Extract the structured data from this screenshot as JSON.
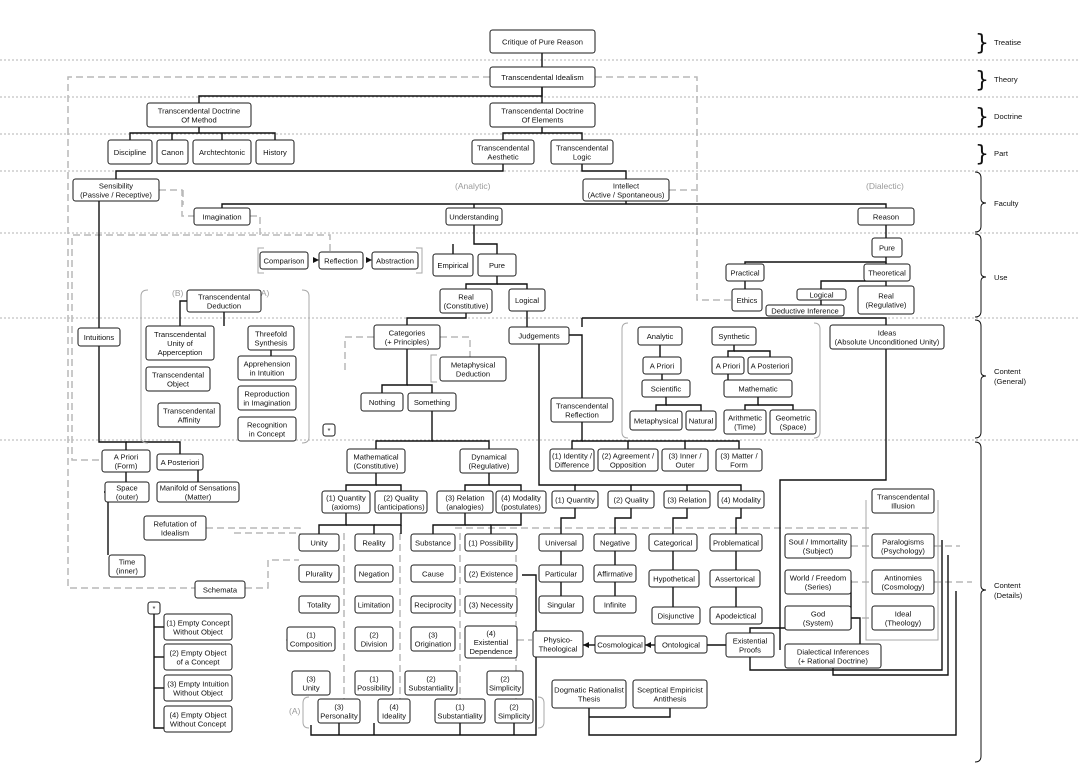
{
  "levels": [
    {
      "name": "Treatise"
    },
    {
      "name": "Theory"
    },
    {
      "name": "Doctrine"
    },
    {
      "name": "Part"
    },
    {
      "name": "Faculty"
    },
    {
      "name": "Use"
    },
    {
      "name": "Content\n(General)"
    },
    {
      "name": "Content\n(Details)"
    }
  ],
  "gray_labels": {
    "analytic": "(Analytic)",
    "dialectic": "(Dialectic)",
    "b_mark": "(B)",
    "a_mark": "(A)",
    "a_mark_bottom": "(A)"
  },
  "nodes": {
    "critique": "Critique of Pure Reason",
    "idealism": "Transcendental Idealism",
    "doctrine_method": "Transcendental Doctrine\nOf Method",
    "doctrine_elements": "Transcendental Doctrine\nOf Elements",
    "discipline": "Discipline",
    "canon": "Canon",
    "architectonic": "Archtechtonic",
    "history": "History",
    "aesthetic": "Transcendental\nAesthetic",
    "logic": "Transcendental\nLogic",
    "sensibility": "Sensibility\n(Passive / Receptive)",
    "intellect": "Intellect\n(Active / Spontaneous)",
    "imagination": "Imagination",
    "understanding": "Understanding",
    "reason": "Reason",
    "comparison": "Comparison",
    "reflection": "Reflection",
    "abstraction": "Abstraction",
    "empirical": "Empirical",
    "pure_u": "Pure",
    "pure_r": "Pure",
    "practical": "Practical",
    "theoretical": "Theoretical",
    "ethics": "Ethics",
    "logical_r": "Logical",
    "real_regulative": "Real\n(Regulative)",
    "deductive_inference": "Deductive Inference",
    "trans_deduction": "Transcendental\nDeduction",
    "real_constitutive": "Real\n(Constitutive)",
    "logical_u": "Logical",
    "intuitions": "Intuitions",
    "unity_apperception": "Transcendental\nUnity of\nApperception",
    "threefold": "Threefold\nSynthesis",
    "apprehension": "Apprehension\nin Intuition",
    "reproduction": "Reproduction\nin Imagination",
    "recognition": "Recognition\nin Concept",
    "trans_object": "Transcendental\nObject",
    "trans_affinity": "Transcendental\nAffinity",
    "categories": "Categories\n(+ Principles)",
    "metaphysical_deduction": "Metaphysical\nDeduction",
    "judgements": "Judgements",
    "nothing": "Nothing",
    "something": "Something",
    "star": "*",
    "analytic": "Analytic",
    "synthetic": "Synthetic",
    "a_priori_1": "A Priori",
    "a_priori_2": "A Priori",
    "a_posteriori_s": "A Posteriori",
    "scientific": "Scientific",
    "mathematic": "Mathematic",
    "metaphysical": "Metaphysical",
    "natural": "Natural",
    "arithmetic": "Arithmetic\n(Time)",
    "geometric": "Geometric\n(Space)",
    "ideas": "Ideas\n(Absolute Unconditioned Unity)",
    "trans_reflection": "Transcendental\nReflection",
    "identity": "(1) Identity /\nDifference",
    "agreement": "(2) Agreement /\nOpposition",
    "inner_outer": "(3) Inner /\nOuter",
    "matter_form": "(3) Matter /\nForm",
    "a_priori_form": "A Priori\n(Form)",
    "a_posteriori": "A Posteriori",
    "space": "Space\n(outer)",
    "manifold": "Manifold of Sensations\n(Matter)",
    "refutation": "Refutation of\nIdealism",
    "time": "Time\n(inner)",
    "schemata": "Schemata",
    "mathematical": "Mathematical\n(Constitutive)",
    "dynamical": "Dynamical\n(Regulative)",
    "c_quantity": "(1) Quantity\n(axioms)",
    "c_quality": "(2) Quality\n(anticipations)",
    "c_relation": "(3) Relation\n(analogies)",
    "c_modality": "(4) Modality\n(postulates)",
    "unity": "Unity",
    "plurality": "Plurality",
    "totality": "Totality",
    "reality": "Reality",
    "negation": "Negation",
    "limitation": "Limitation",
    "substance": "Substance",
    "cause": "Cause",
    "reciprocity": "Reciprocity",
    "possibility": "(1) Possibility",
    "existence": "(2) Existence",
    "necessity": "(3) Necessity",
    "composition": "(1)\nComposition",
    "division": "(2)\nDivision",
    "origination": "(3)\nOrigination",
    "existential_dependence": "(4)\nExistential\nDependence",
    "unity3": "(3)\nUnity",
    "possibility1": "(1)\nPossibility",
    "substantiality2": "(2)\nSubstantiality",
    "simplicity2": "(2)\nSimplicity",
    "personality": "(3)\nPersonality",
    "ideality": "(4)\nIdeality",
    "substantiality1": "(1)\nSubstantiality",
    "simplicity2b": "(2)\nSimplicity",
    "j_quantity": "(1) Quantity",
    "j_quality": "(2) Quality",
    "j_relation": "(3) Relation",
    "j_modality": "(4) Modality",
    "universal": "Universal",
    "particular": "Particular",
    "singular": "Singular",
    "negative": "Negative",
    "affirmative": "Affirmative",
    "infinite": "Infinite",
    "categorical": "Categorical",
    "hypothetical": "Hypothetical",
    "disjunctive": "Disjunctive",
    "problematical": "Problematical",
    "assertorical": "Assertorical",
    "apodeictical": "Apodeictical",
    "soul": "Soul / Immortality\n(Subject)",
    "world": "World / Freedom\n(Series)",
    "god": "God\n(System)",
    "trans_illusion": "Transcendental\nIllusion",
    "paralogisms": "Paralogisms\n(Psychology)",
    "antinomies": "Antinomies\n(Cosmology)",
    "ideal": "Ideal\n(Theology)",
    "dialectical_inferences": "Dialectical Inferences\n(+ Rational Doctrine)",
    "existential_proofs": "Existential\nProofs",
    "ontological": "Ontological",
    "cosmological": "Cosmological",
    "physico": "Physico-\nTheological",
    "dogmatic": "Dogmatic Rationalist\nThesis",
    "sceptical": "Sceptical Empiricist\nAntithesis",
    "star2": "*",
    "empty1": "(1) Empty Concept\nWithout Object",
    "empty2": "(2) Empty Object\nof a Concept",
    "empty3": "(3) Empty Intuition\nWithout Object",
    "empty4": "(4) Empty Object\nWithout Concept"
  }
}
